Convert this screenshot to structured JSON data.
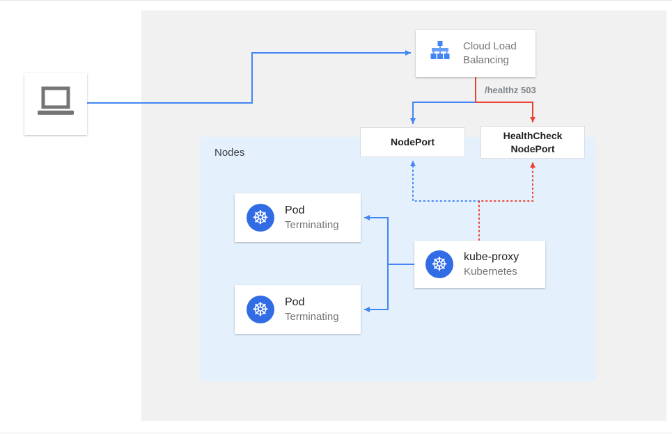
{
  "colors": {
    "blue": "#4285f4",
    "red": "#ea4335",
    "kubernetes_blue": "#326ce5",
    "gray_text": "#757575",
    "dark_text": "#212121",
    "nodes_panel_bg": "#e4f1fc",
    "canvas_bg": "#f1f1f1"
  },
  "diagram": {
    "cloud_lb": {
      "line1": "Cloud Load",
      "line2": "Balancing"
    },
    "healthz_label": "/healthz 503",
    "nodeport": {
      "label": "NodePort"
    },
    "healthcheck": {
      "line1": "HealthCheck",
      "line2": "NodePort"
    },
    "nodes_panel": {
      "label": "Nodes"
    },
    "pods": [
      {
        "title": "Pod",
        "subtitle": "Terminating"
      },
      {
        "title": "Pod",
        "subtitle": "Terminating"
      }
    ],
    "kube_proxy": {
      "title": "kube-proxy",
      "subtitle": "Kubernetes"
    },
    "icons": {
      "kubernetes_wheel": "☸"
    }
  }
}
